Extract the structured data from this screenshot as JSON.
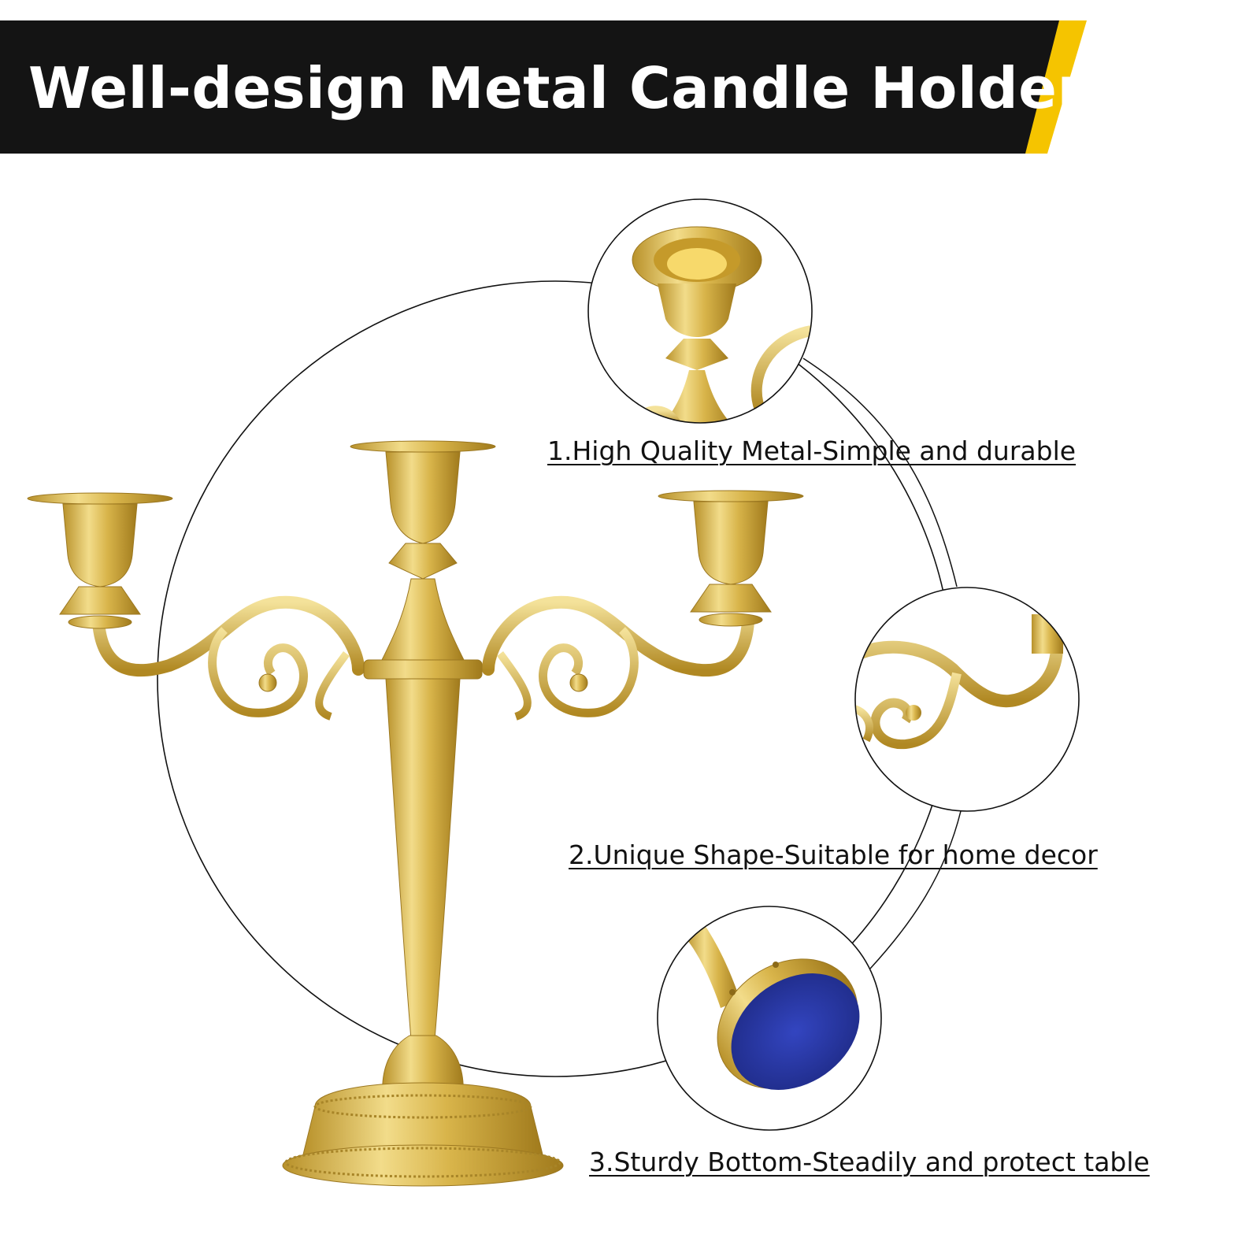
{
  "banner": {
    "title": "Well-design Metal Candle Holder",
    "bg_color": "#141414",
    "accent_color": "#f5c400"
  },
  "features": [
    {
      "label": "1.High Quality Metal-Simple and durable",
      "icon": "candle-cup-closeup"
    },
    {
      "label": "2.Unique Shape-Suitable for home decor",
      "icon": "scroll-arm-closeup"
    },
    {
      "label": "3.Sturdy Bottom-Steadily and protect table",
      "icon": "blue-felt-base-closeup"
    }
  ],
  "product": {
    "name": "gold three-arm candelabra",
    "metal_color": "#d9b84a",
    "felt_color": "#2b3ca8"
  }
}
